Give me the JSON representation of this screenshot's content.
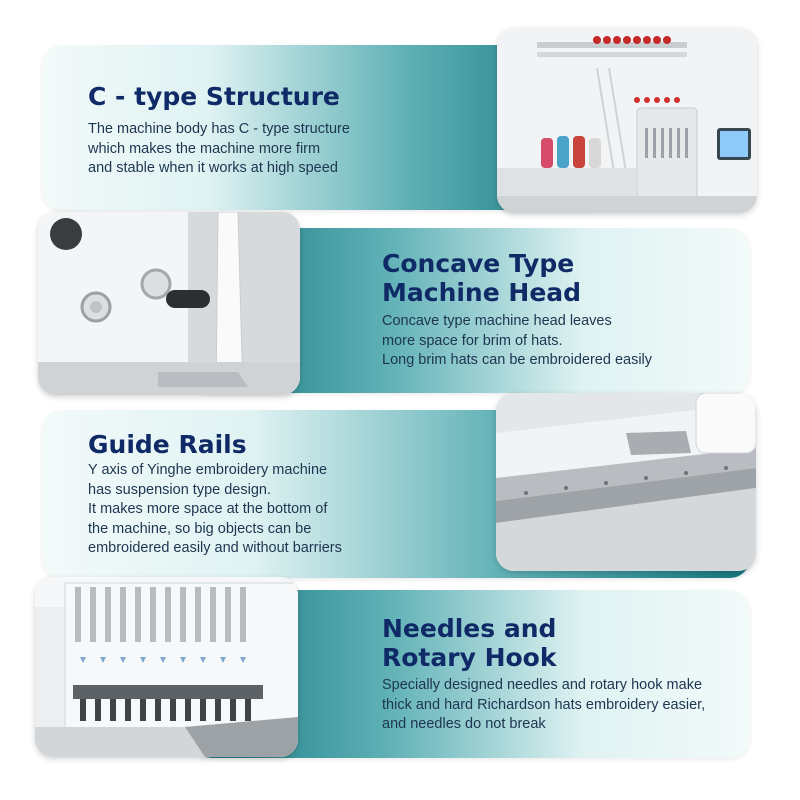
{
  "colors": {
    "title": "#0f2a66",
    "body_text": "#1d3550",
    "card_light": "#f3fafa",
    "card_teal": "#15777e"
  },
  "features": [
    {
      "title_lines": [
        "C - type Structure"
      ],
      "desc_lines": [
        "The machine body has C - type structure",
        "which makes the machine more firm",
        "and stable when it works at high speed"
      ]
    },
    {
      "title_lines": [
        "Concave Type",
        "Machine Head"
      ],
      "desc_lines": [
        "Concave type machine head leaves",
        "more space for brim of hats.",
        "Long brim hats can be embroidered easily"
      ]
    },
    {
      "title_lines": [
        "Guide Rails"
      ],
      "desc_lines": [
        "Y axis of Yinghe embroidery machine",
        "has suspension type design.",
        "It makes more space at the bottom of",
        "the machine, so big objects can be",
        "embroidered easily and without barriers"
      ]
    },
    {
      "title_lines": [
        "Needles and",
        "Rotary Hook"
      ],
      "desc_lines": [
        "Specially designed needles and rotary hook make",
        "thick and hard Richardson hats embroidery easier,",
        "and needles do not break"
      ]
    }
  ]
}
